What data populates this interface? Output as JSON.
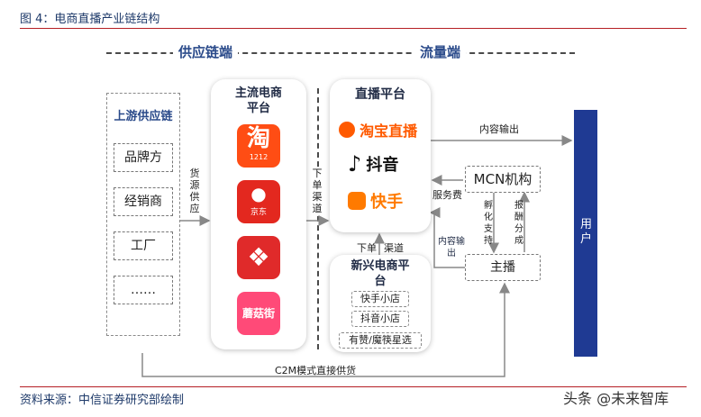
{
  "figure": {
    "title": "图 4：电商直播产业链结构",
    "source": "资料来源：中信证券研究部绘制",
    "watermark": "头条 @未来智库"
  },
  "sections": {
    "supply": "供应链端",
    "traffic": "流量端"
  },
  "upstream": {
    "title": "上游供应链",
    "items": [
      "品牌方",
      "经销商",
      "工厂",
      "……"
    ]
  },
  "mainstream": {
    "title": "主流电商平台",
    "apps": [
      {
        "name": "taobao-app-icon",
        "glyph": "淘",
        "sub": "1212",
        "color": "#ff4d14"
      },
      {
        "name": "jd-app-icon",
        "glyph": "●",
        "sub": "京东",
        "color": "#e3281f"
      },
      {
        "name": "pinduoduo-app-icon",
        "glyph": "❖",
        "sub": "",
        "color": "#e02a2a"
      },
      {
        "name": "mogujie-app-icon",
        "glyph": "蘑菇街",
        "sub": "",
        "color": "#ff4a78"
      }
    ]
  },
  "live": {
    "title": "直播平台",
    "platforms": [
      "淘宝直播",
      "抖音",
      "快手"
    ]
  },
  "emerging": {
    "title": "新兴电商平台",
    "items": [
      "快手小店",
      "抖音小店",
      "有赞/魔筷星选"
    ]
  },
  "nodes": {
    "mcn": "MCN机构",
    "anchor": "主播",
    "user": "用户"
  },
  "edges": {
    "supply_to_platform": "货源供应",
    "platform_to_live": "下单渠道",
    "emerging_to_live_a": "下单",
    "emerging_to_live_b": "渠道",
    "content_out": "内容输出",
    "service_fee": "服务费",
    "incubation": "孵化支持",
    "remuneration": "报酬分成",
    "anchor_content": "内容输出",
    "c2m": "C2M模式直接供货"
  },
  "colors": {
    "accent_red": "#b51f24",
    "user_bar": "#1f3a93",
    "taobao": "#ff5a00",
    "douyin": "#111111",
    "kuaishou": "#ff7a00"
  }
}
